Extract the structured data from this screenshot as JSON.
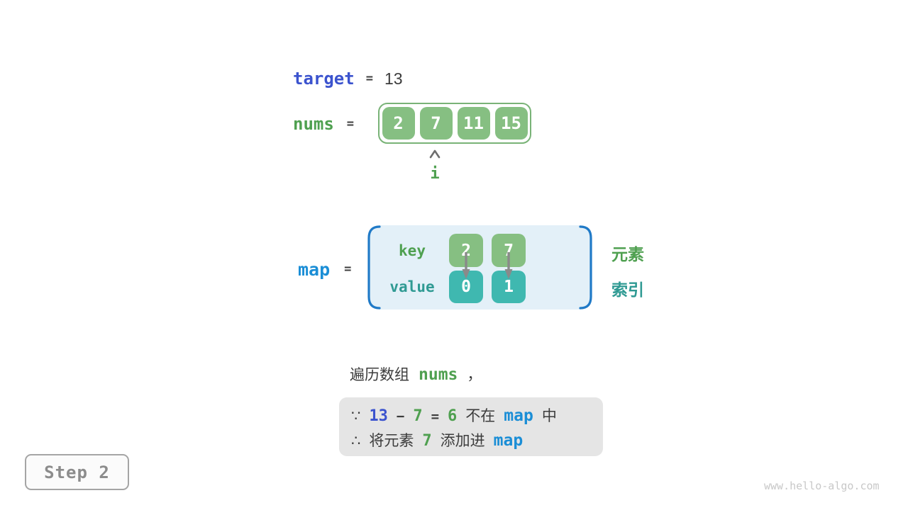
{
  "colors": {
    "green_fill": "#86BF82",
    "green_border": "#79B377",
    "green_text": "#4FA050",
    "teal_fill": "#3FB8B0",
    "teal_text": "#2F9A93",
    "royal_blue": "#3B53CE",
    "map_blue": "#1B8ED6",
    "bracket_blue": "#207AC7",
    "map_bg": "#E3F0F8",
    "note_bg": "#E5E5E5",
    "dark_text": "#3C3C3C",
    "step_gray": "#8C8C8C",
    "arrow_gray": "#8A8A8A"
  },
  "target": {
    "keyword": "target",
    "equals": "=",
    "value": "13"
  },
  "nums": {
    "keyword": "nums",
    "equals": "=",
    "cells": [
      "2",
      "7",
      "11",
      "15"
    ],
    "pointer": "i"
  },
  "map": {
    "keyword": "map",
    "equals": "=",
    "key_label": "key",
    "value_label": "value",
    "keys": [
      "2",
      "7"
    ],
    "values": [
      "0",
      "1"
    ],
    "element_label": "元素",
    "index_label": "索引"
  },
  "caption": {
    "text": "遍历数组",
    "code": "nums",
    "comma": "，"
  },
  "note": {
    "line1": {
      "because": "∵",
      "minuend": "13",
      "minus": "−",
      "subtrahend": "7",
      "equals": "=",
      "difference": "6",
      "not_in": "不在",
      "map": "map",
      "suffix": "中"
    },
    "line2": {
      "therefore": "∴",
      "prefix": "将元素",
      "element": "7",
      "action": "添加进",
      "map": "map"
    }
  },
  "step": {
    "label": "Step 2"
  },
  "watermark": "www.hello-algo.com"
}
